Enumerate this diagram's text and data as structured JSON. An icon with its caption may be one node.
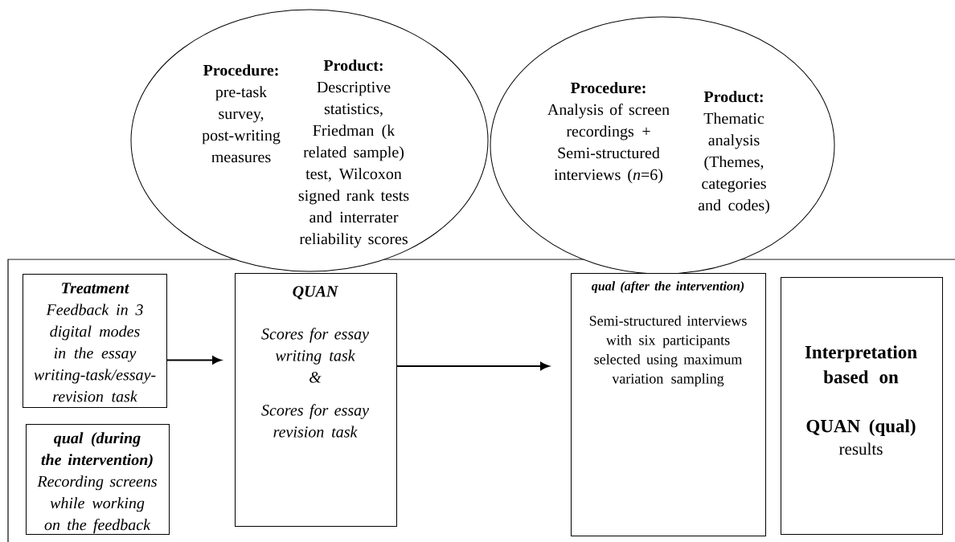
{
  "diagram": {
    "nodes": [
      {
        "text": [
          "Procedure:",
          "pre-task survey, post-writing measures",
          "Product:",
          "Descriptive statistics, Friedman (k related sample) test, Wilcoxon signed rank tests and interrater reliability scores"
        ]
      },
      {
        "text": [
          "Procedure:",
          "Analysis of screen recordings + Semi-structured interviews (*n*=6)",
          "Product:",
          "Thematic analysis (Themes, categories and codes)"
        ]
      },
      {
        "text": [
          "Treatment",
          "Feedback in 3 digital modes in the essay writing-task/essay-revision task"
        ]
      },
      {
        "text": [
          "qual (during the intervention)",
          "Recording screens while working on the feedback"
        ]
      },
      {
        "text": [
          "QUAN",
          "Scores for essay writing task",
          "&",
          "Scores for essay revision task"
        ]
      },
      {
        "text": [
          "qual (after the intervention)",
          "Semi-structured interviews with six participants selected using maximum variation sampling"
        ]
      },
      {
        "text": [
          "Interpretation based on",
          "QUAN (qual)",
          "results"
        ]
      }
    ],
    "edges": [
      {
        "from": 2,
        "to": 4,
        "arrow": "to"
      },
      {
        "from": 4,
        "to": 5,
        "arrow": "to"
      }
    ]
  }
}
